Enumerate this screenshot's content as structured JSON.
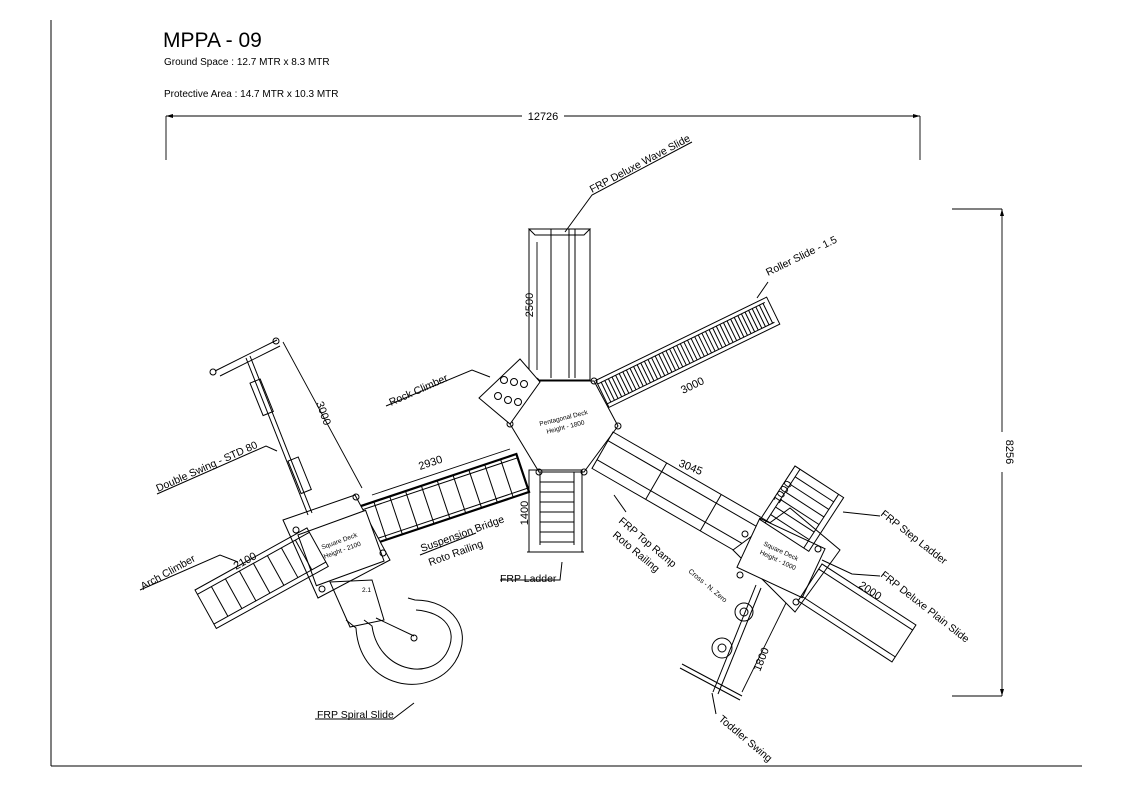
{
  "title": "MPPA - 09",
  "ground_space": "Ground Space :  12.7  MTR    x  8.3 MTR",
  "protective_area": "Protective Area : 14.7 MTR    x  10.3 MTR",
  "dimensions": {
    "overall_width": "12726",
    "overall_height": "8256",
    "wave_slide": "2500",
    "roller_slide": "3000",
    "swing": "3000",
    "bridge": "2930",
    "ramp": "3045",
    "ladder": "1400",
    "arch": "2100",
    "step_ladder": "1000",
    "plain_slide": "2000",
    "toddler_swing": "1800"
  },
  "labels": {
    "wave_slide": "FRP Deluxe Wave Slide",
    "roller_slide": "Roller Slide - 1.5",
    "rock_climber": "Rock  Climber",
    "double_swing": "Double  Swing - STD 80",
    "arch_climber": "Arch Climber",
    "bridge_1": "Suspension Bridge",
    "bridge_2": "Roto Railing",
    "ladder": "FRP Ladder",
    "ramp_1": "FRP Top Ramp",
    "ramp_2": "Roto Railing",
    "step_ladder": "FRP Step Ladder",
    "plain_slide": "FRP Deluxe Plain Slide",
    "spiral_slide": "FRP Spiral Slide",
    "toddler_swing": "Toddler Swing",
    "cross": "Cross - N. Zero"
  },
  "decks": {
    "pentagonal_1": "Pentagonal Deck",
    "pentagonal_2": "Height - 1800",
    "left_1": "Square Deck",
    "left_2": "Height - 2100",
    "right_1": "Square Deck",
    "right_2": "Height - 1000",
    "small": "2.1"
  }
}
